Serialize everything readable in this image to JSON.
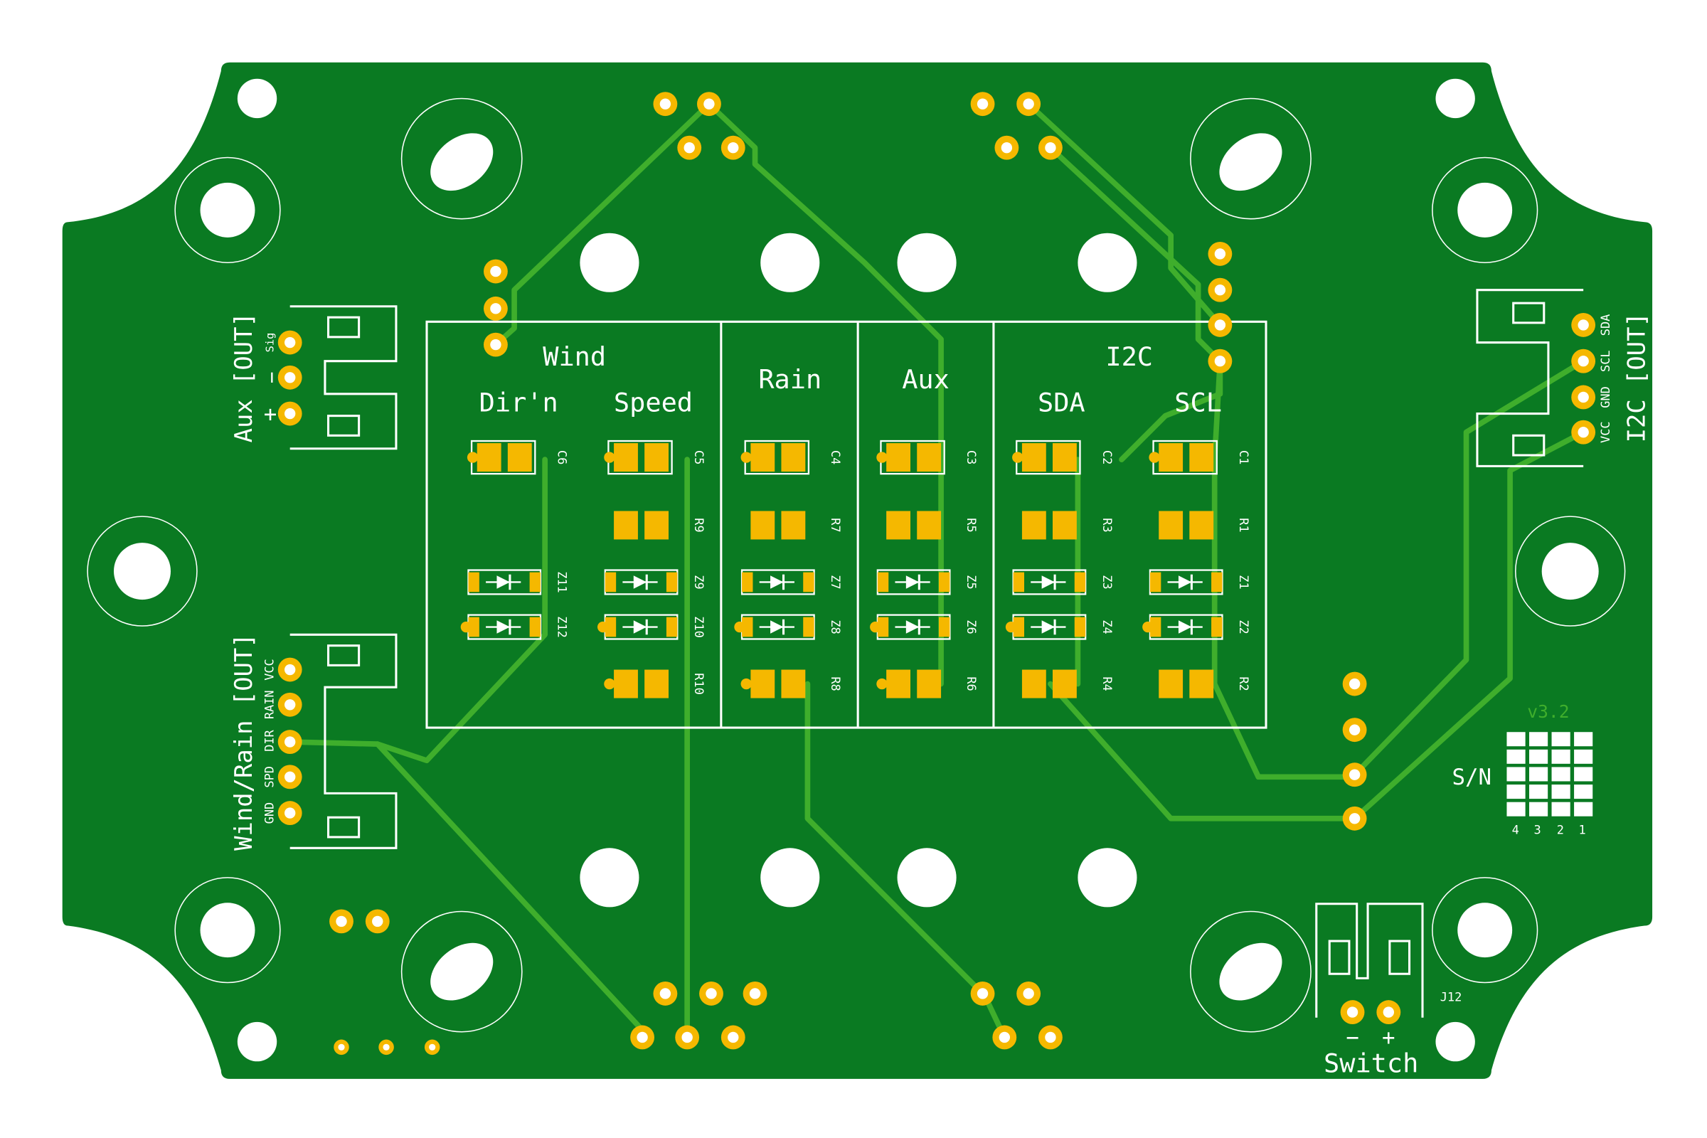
{
  "board": {
    "version": "v3.2",
    "serial_label": "S/N",
    "serial_digits": [
      "4",
      "3",
      "2",
      "1"
    ],
    "colors": {
      "substrate": "#0a7a22",
      "trace": "#3fae2c",
      "pad": "#f5b800",
      "silkscreen": "#ffffff",
      "background": "#ffffff"
    }
  },
  "sections": {
    "wind": "Wind",
    "dirn": "Dir'n",
    "speed": "Speed",
    "rain": "Rain",
    "aux": "Aux",
    "i2c": "I2C",
    "sda": "SDA",
    "scl": "SCL"
  },
  "connectors": {
    "aux_title": "Aux [OUT]",
    "aux_pins": [
      "Sig",
      "−",
      "+"
    ],
    "windrain_title": "Wind/Rain [OUT]",
    "windrain_pins": [
      "VCC",
      "RAIN",
      "DIR",
      "SPD",
      "GND"
    ],
    "i2c_title": "I2C [OUT]",
    "i2c_pins": [
      "SDA",
      "SCL",
      "GND",
      "VCC"
    ],
    "switch_title": "Switch",
    "switch_ref": "J12",
    "switch_minus": "−",
    "switch_plus": "+"
  },
  "refs": {
    "c": [
      "C6",
      "C5",
      "C4",
      "C3",
      "C2",
      "C1"
    ],
    "r_row2": [
      "R9",
      "R7",
      "R5",
      "R3",
      "R1"
    ],
    "z_row3": [
      "Z11",
      "Z9",
      "Z7",
      "Z5",
      "Z3",
      "Z1"
    ],
    "z_row4": [
      "Z12",
      "Z10",
      "Z8",
      "Z6",
      "Z4",
      "Z2"
    ],
    "r_row5": [
      "R10",
      "R8",
      "R6",
      "R4",
      "R2"
    ]
  }
}
